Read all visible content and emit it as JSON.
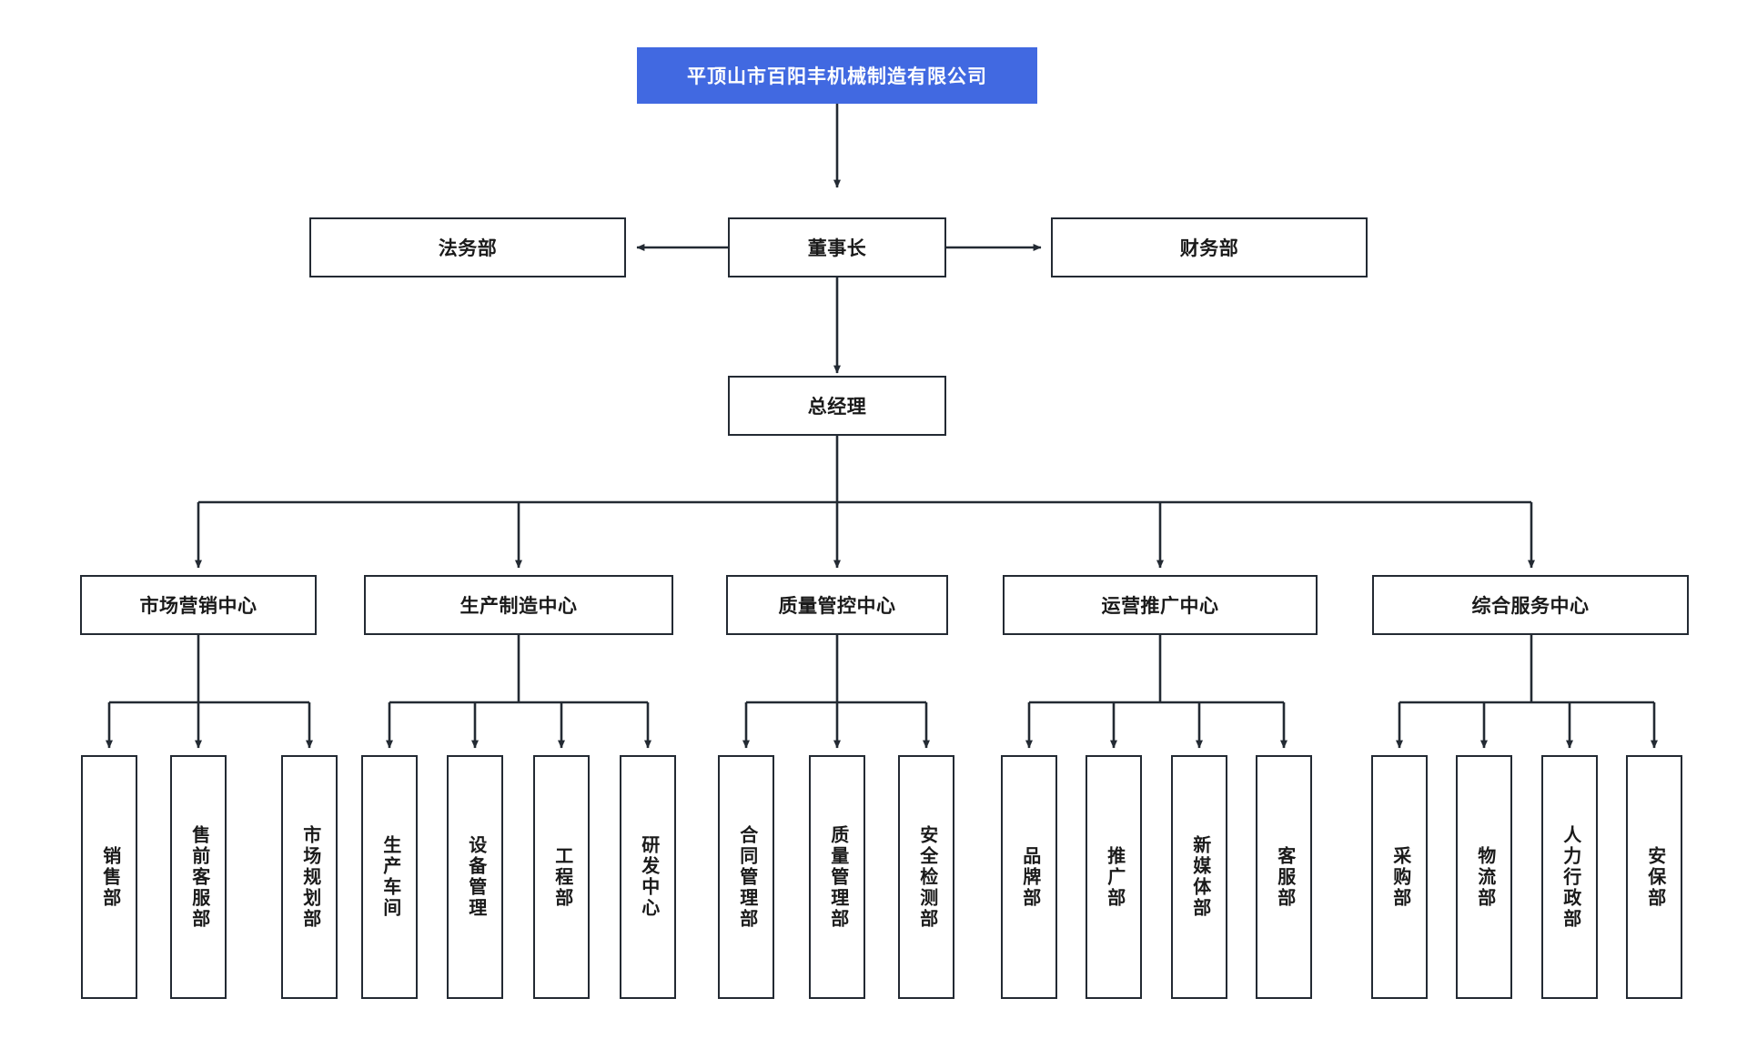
{
  "chart": {
    "type": "org-chart",
    "title": "平顶山市百阳丰机械制造有限公司",
    "accent_color": "#4169e1",
    "line_color": "#232a33",
    "background": "#ffffff"
  },
  "root": {
    "label": "平顶山市百阳丰机械制造有限公司"
  },
  "executive": {
    "chairman": "董事长",
    "legal": "法务部",
    "finance": "财务部",
    "general_manager": "总经理"
  },
  "centers": [
    {
      "label": "市场营销中心",
      "departments": [
        "销售部",
        "售前客服部",
        "市场规划部"
      ]
    },
    {
      "label": "生产制造中心",
      "departments": [
        "生产车间",
        "设备管理",
        "工程部",
        "研发中心"
      ]
    },
    {
      "label": "质量管控中心",
      "departments": [
        "合同管理部",
        "质量管理部",
        "安全检测部"
      ]
    },
    {
      "label": "运营推广中心",
      "departments": [
        "品牌部",
        "推广部",
        "新媒体部",
        "客服部"
      ]
    },
    {
      "label": "综合服务中心",
      "departments": [
        "采购部",
        "物流部",
        "人力行政部",
        "安保部"
      ]
    }
  ]
}
